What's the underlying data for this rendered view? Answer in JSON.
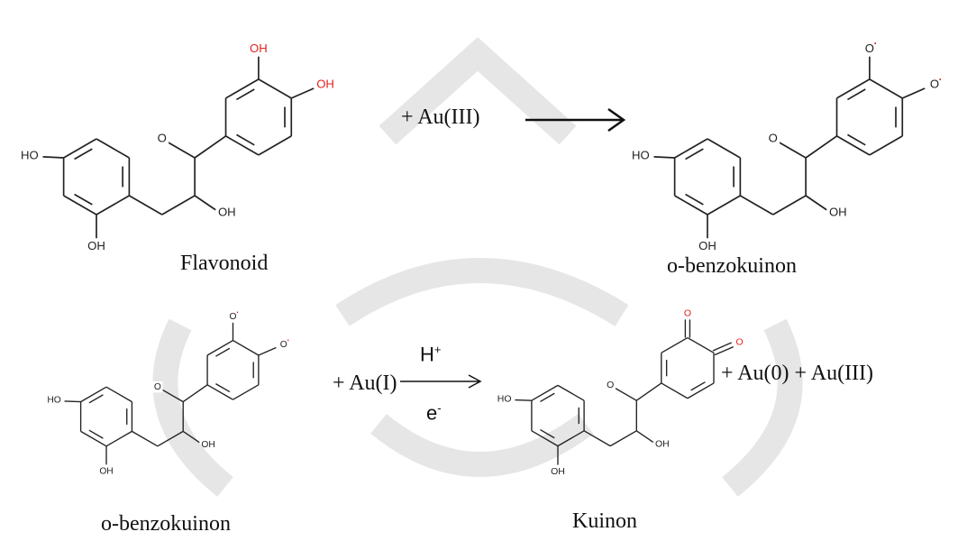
{
  "reaction1": {
    "reactant_label": "Flavonoid",
    "reagent": "+ Au(III)",
    "product_label": "o-benzokuinon"
  },
  "reaction2": {
    "reactant_label": "o-benzokuinon",
    "reagent": "+ Au(I)",
    "condition_top": "H",
    "condition_top_sup": "+",
    "condition_bottom": "e",
    "condition_bottom_sup": "-",
    "product_label": "Kuinon",
    "byproducts": "+ Au(0) + Au(III)"
  },
  "atoms": {
    "hydroxyl": "OH",
    "hydroxyl_left": "HO",
    "ring_oxygen": "O",
    "radical_oxygen": "O",
    "radical_mark": "·",
    "carbonyl_oxygen": "O"
  },
  "colors": {
    "heteroatom": "#e02020",
    "bond": "#222222",
    "text": "#111111",
    "watermark": "#e6e6e6"
  }
}
